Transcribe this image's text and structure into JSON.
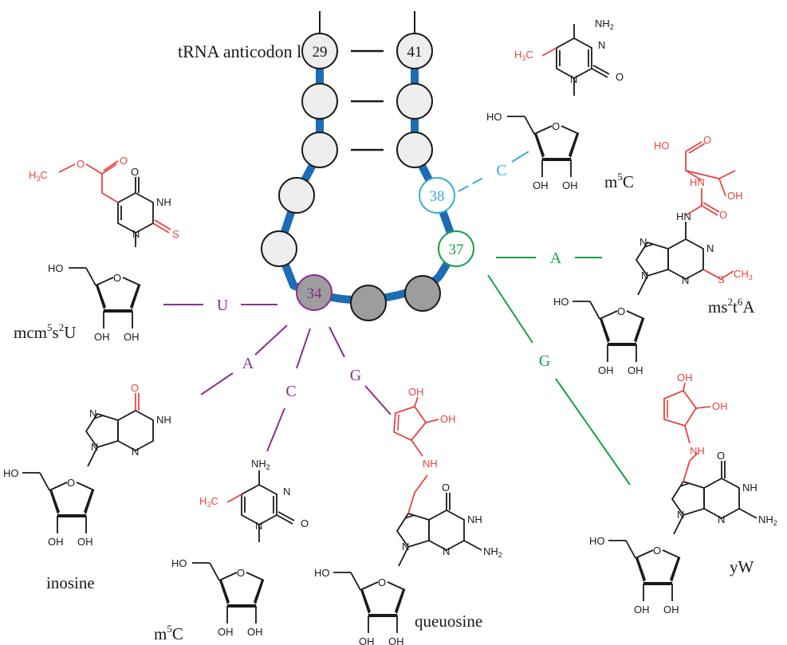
{
  "title": "tRNA anticodon loop",
  "colors": {
    "backbone": "#1d6db5",
    "nucleotide_fill": "#eeeeee",
    "nucleotide_dark": "#9d9d9d",
    "pos34": "#8b2f8e",
    "pos37": "#15a04a",
    "pos38": "#3aaade",
    "modification": "#e8433f",
    "ink": "#1a1a1a"
  },
  "positions": {
    "p29": "29",
    "p41": "41",
    "p34": "34",
    "p37": "37",
    "p38": "38"
  },
  "base_letters": {
    "pos34_u": "U",
    "pos34_a": "A",
    "pos34_c": "C",
    "pos34_g": "G",
    "pos37_a": "A",
    "pos37_g": "G",
    "pos38_c": "C"
  },
  "molecules": {
    "m5c_top": {
      "name_base": "m",
      "name_sup": "5",
      "name_tail": "C"
    },
    "ms2t6a": {
      "name_a": "ms",
      "sup_a": "2",
      "name_b": "t",
      "sup_b": "6",
      "name_c": "A"
    },
    "mcm5s2u": {
      "name_a": "mcm",
      "sup_a": "5",
      "name_b": "s",
      "sup_b": "2",
      "name_c": "U"
    },
    "inosine": {
      "name": "inosine"
    },
    "m5c_bottom": {
      "name_base": "m",
      "name_sup": "5",
      "name_tail": "C"
    },
    "queuosine": {
      "name": "queuosine"
    },
    "yw": {
      "name": "yW"
    }
  },
  "atoms": {
    "ho": "HO",
    "oh": "OH",
    "o": "O",
    "n": "N",
    "nh": "NH",
    "hn": "HN",
    "nh2": "NH",
    "nh2_sub": "2",
    "h3c": "H",
    "h3c_sub": "3",
    "h3c_c": "C",
    "ch3": "CH",
    "ch3_sub": "3",
    "s": "S"
  }
}
